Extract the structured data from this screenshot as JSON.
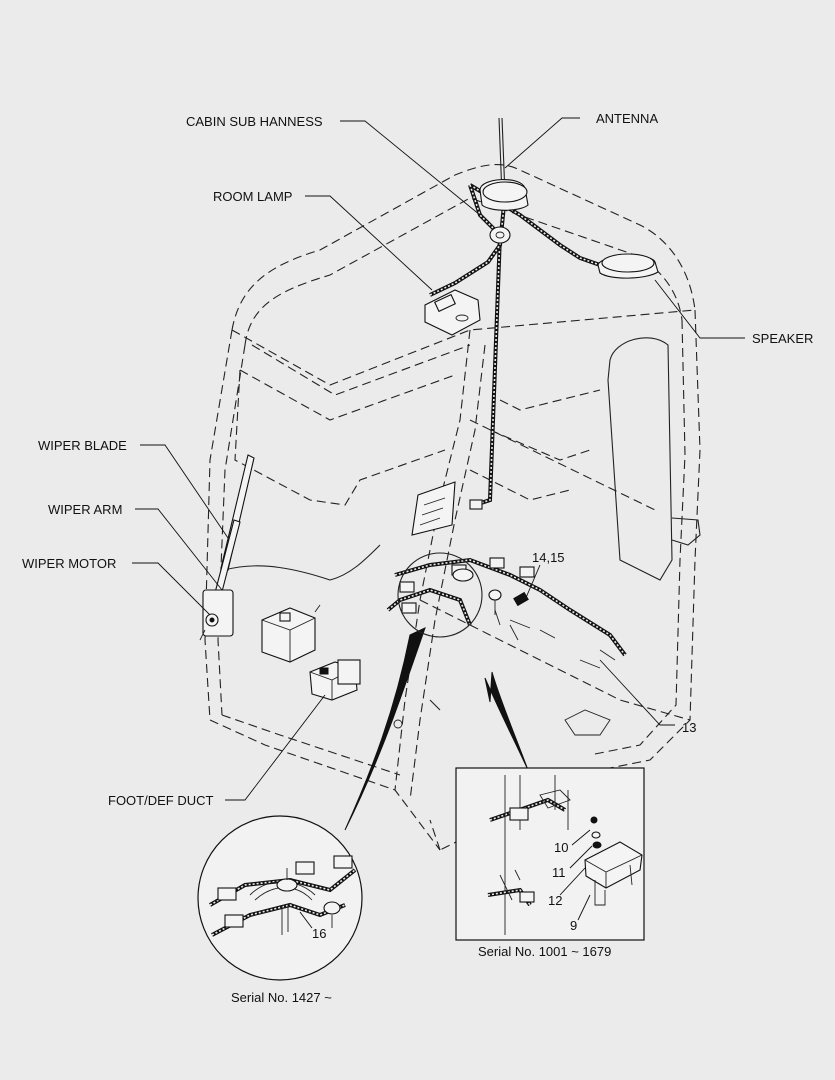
{
  "labels": {
    "cabin_sub_harness": "CABIN SUB HANNESS",
    "antenna": "ANTENNA",
    "room_lamp": "ROOM LAMP",
    "speaker": "SPEAKER",
    "wiper_blade": "WIPER BLADE",
    "wiper_arm": "WIPER ARM",
    "wiper_motor": "WIPER MOTOR",
    "foot_def_duct": "FOOT/DEF DUCT",
    "part_14_15": "14,15",
    "part_13": "13"
  },
  "detail_circle": {
    "part_16": "16",
    "caption": "Serial No. 1427 ~"
  },
  "detail_box": {
    "part_9": "9",
    "part_10": "10",
    "part_11": "11",
    "part_12": "12",
    "caption": "Serial No. 1001 ~ 1679"
  }
}
